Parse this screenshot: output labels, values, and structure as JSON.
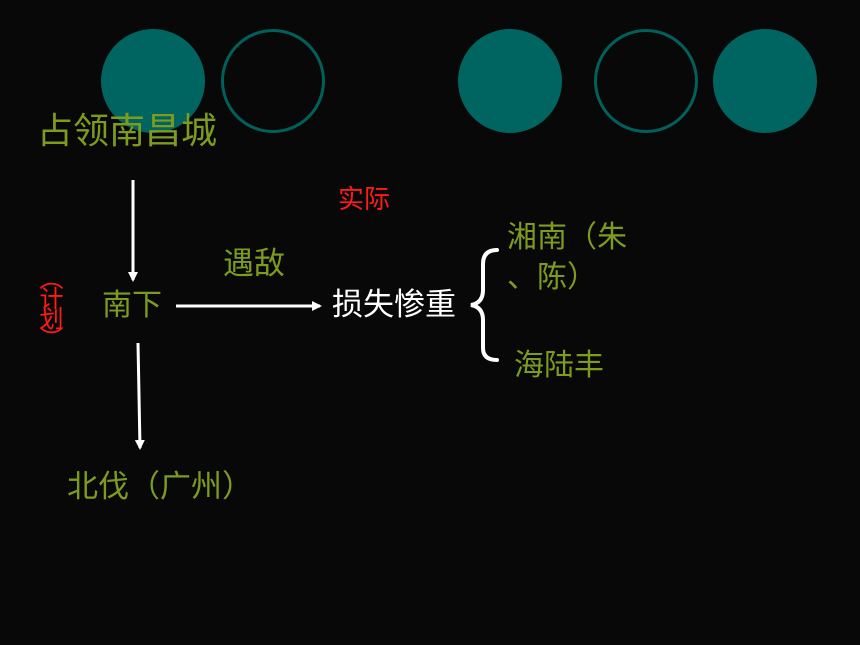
{
  "colors": {
    "background": "#080808",
    "circle_fill": "#006560",
    "green_text": "#7f9b1e",
    "red_text": "#ff1a1a",
    "white_text": "#ffffff"
  },
  "diagram": {
    "start": "占领南昌城",
    "plan_label": "（计划）",
    "south": "南下",
    "actual_label": "实际",
    "encounter": "遇敌",
    "result": "损失惨重",
    "branch_1_line1": "湘南（朱",
    "branch_1_line2": "、陈）",
    "branch_2": "海陆丰",
    "north": "北伐（广州）"
  }
}
